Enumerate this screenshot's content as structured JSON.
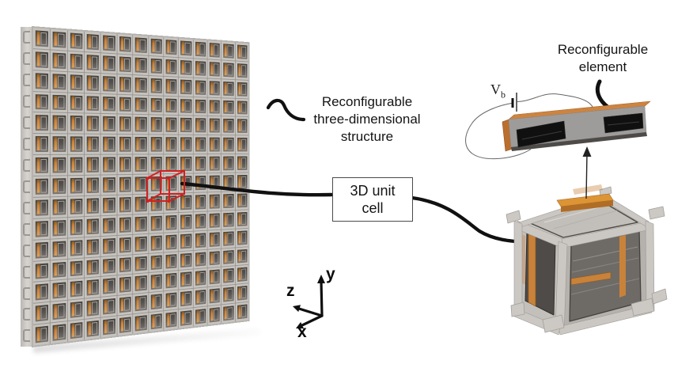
{
  "annotations": {
    "structure_label": "Reconfigurable\nthree-dimensional\nstructure",
    "unit_cell_label": "3D unit\ncell",
    "element_label": "Reconfigurable\nelement",
    "voltage_label": "V",
    "voltage_subscript": "b",
    "axis_x": "x",
    "axis_y": "y",
    "axis_z": "z"
  },
  "lattice": {
    "columns": 14,
    "rows": 15
  },
  "colors": {
    "copper_orange": "#c9823a",
    "highlight_red": "#d32020",
    "structure_gray": "#c7c4c0",
    "recess_gray": "#565350",
    "ink": "#111111",
    "wire_gray": "#666666",
    "background": "#ffffff"
  }
}
